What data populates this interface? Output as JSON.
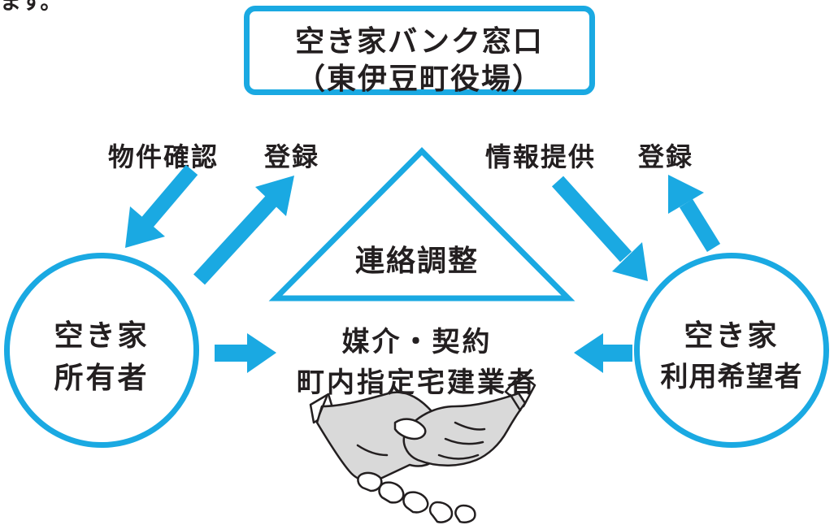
{
  "top_text": "ます。",
  "office_box": {
    "line1": "空き家バンク窓口",
    "line2": "（東伊豆町役場）"
  },
  "labels": {
    "property_check": "物件確認",
    "register_left": "登録",
    "info_provide": "情報提供",
    "register_right": "登録",
    "coordination": "連絡調整",
    "mediation": "媒介・契約",
    "contractor": "町内指定宅建業者"
  },
  "owner_circle": {
    "line1": "空き家",
    "line2": "所有者"
  },
  "user_circle": {
    "line1": "空き家",
    "line2": "利用希望者"
  },
  "colors": {
    "accent": "#1aa9e2",
    "text": "#231f20",
    "handshake_fill": "#d9d9d9"
  },
  "icons": {
    "handshake": "handshake-icon"
  }
}
